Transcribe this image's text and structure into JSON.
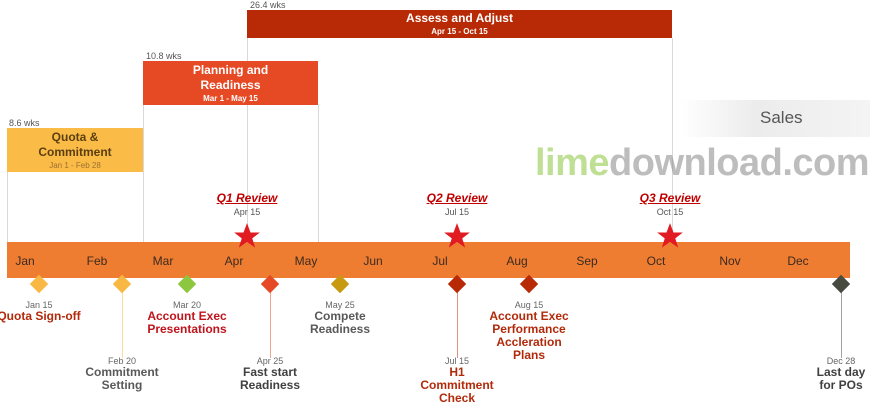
{
  "phases": [
    {
      "duration": "8.6 wks",
      "title_lines": [
        "Quota &",
        "Commitment"
      ],
      "dates": "Jan 1 - Feb 28",
      "color": "#fbbb47"
    },
    {
      "duration": "10.8 wks",
      "title_lines": [
        "Planning and",
        "Readiness"
      ],
      "dates": "Mar 1 - May 15",
      "color": "#e64a25"
    },
    {
      "duration": "26.4 wks",
      "title_lines": [
        "Assess and Adjust"
      ],
      "dates": "Apr 15 - Oct 15",
      "color": "#b82a05"
    }
  ],
  "months": [
    "Jan",
    "Feb",
    "Mar",
    "Apr",
    "May",
    "Jun",
    "Jul",
    "Aug",
    "Sep",
    "Oct",
    "Nov",
    "Dec"
  ],
  "timeline_color": "#ef7d31",
  "reviews": [
    {
      "title": "Q1 Review",
      "date": "Apr 15"
    },
    {
      "title": "Q2 Review",
      "date": "Jul 15"
    },
    {
      "title": "Q3 Review",
      "date": "Oct 15"
    }
  ],
  "milestones": [
    {
      "date": "Jan 15",
      "lines": [
        "Quota Sign-off"
      ],
      "color": "#f9b843",
      "text_color": "#b22a0a"
    },
    {
      "date": "Feb 20",
      "lines": [
        "Commitment",
        "Setting"
      ],
      "color": "#f9b843",
      "text_color": "#595959"
    },
    {
      "date": "Mar 20",
      "lines": [
        "Account Exec",
        "Presentations"
      ],
      "color": "#8dc63f",
      "text_color": "#c0141c"
    },
    {
      "date": "Apr 25",
      "lines": [
        "Fast start",
        "Readiness"
      ],
      "color": "#e64a25",
      "text_color": "#404040"
    },
    {
      "date": "May 25",
      "lines": [
        "Compete",
        "Readiness"
      ],
      "color": "#c89a10",
      "text_color": "#595959"
    },
    {
      "date": "Jul 15",
      "lines": [
        "H1",
        "Commitment",
        "Check"
      ],
      "color": "#b82a05",
      "text_color": "#b22a0a"
    },
    {
      "date": "Aug 15",
      "lines": [
        "Account Exec",
        "Performance",
        "Accleration",
        "Plans"
      ],
      "color": "#b82a05",
      "text_color": "#b22a0a"
    },
    {
      "date": "Dec 28",
      "lines": [
        "Last day",
        "for POs"
      ],
      "color": "#464a40",
      "text_color": "#404040"
    }
  ],
  "label": "Sales",
  "watermark": {
    "part1": "lime",
    "part2": "download.com"
  }
}
